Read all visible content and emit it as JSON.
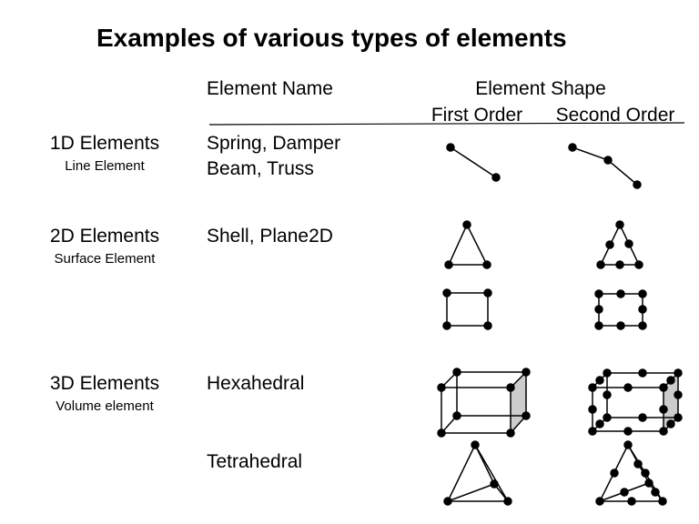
{
  "title": "Examples of various types of elements",
  "headers": {
    "element_name": "Element Name",
    "element_shape": "Element Shape",
    "first_order": "First Order",
    "second_order": "Second Order"
  },
  "rows": [
    {
      "category": "1D Elements",
      "subcategory": "Line Element",
      "names": [
        "Spring, Damper",
        "Beam, Truss"
      ]
    },
    {
      "category": "2D Elements",
      "subcategory": "Surface Element",
      "names": [
        "Shell, Plane2D"
      ]
    },
    {
      "category": "3D Elements",
      "subcategory": "Volume element",
      "names": [
        "Hexahedral",
        "Tetrahedral"
      ]
    }
  ]
}
